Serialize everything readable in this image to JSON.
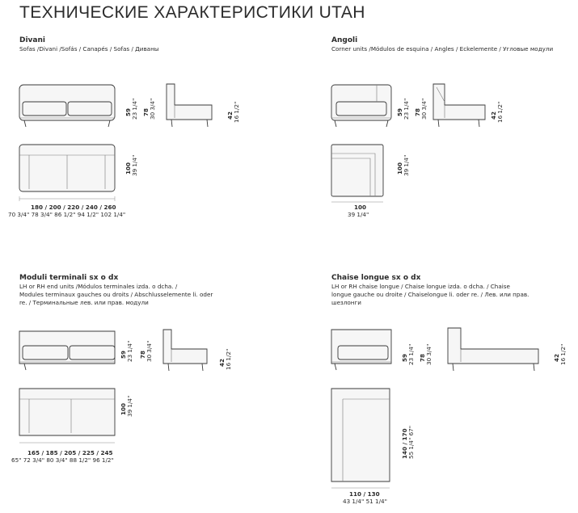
{
  "title": "ТЕХНИЧЕСКИЕ ХАРАКТЕРИСТИКИ UTAH",
  "sections": {
    "divani": {
      "heading": "Divani",
      "sub": "Sofas /Divani /Sofás / Canapés / Sofas / Диваны",
      "h1_cm": "59",
      "h1_in": "23 1/4\"",
      "h2_cm": "78",
      "h2_in": "30 3/4\"",
      "seat_cm": "42",
      "seat_in": "16 1/2\"",
      "depth_cm": "100",
      "depth_in": "39 1/4\"",
      "widths_cm": "180 / 200 / 220 / 240 / 260",
      "widths_in": "70 3/4\"  78 3/4\"  86 1/2\"  94 1/2\"  102 1/4\""
    },
    "angoli": {
      "heading": "Angoli",
      "sub": "Corner units /Módulos de esquina / Angles / Eckelemente / Угловые модули",
      "h1_cm": "59",
      "h1_in": "23 1/4\"",
      "h2_cm": "78",
      "h2_in": "30 3/4\"",
      "seat_cm": "42",
      "seat_in": "16 1/2\"",
      "depth_cm": "100",
      "depth_in": "39 1/4\"",
      "width_cm": "100",
      "width_in": "39 1/4\""
    },
    "moduli": {
      "heading": "Moduli terminali sx o dx",
      "sub1": "LH or RH end units /Módulos terminales izda. o dcha. /",
      "sub2": "Modules terminaux gauches ou droits / Abschlusselemente li. oder",
      "sub3": "re. / Терминальные лев. или прав. модули",
      "h1_cm": "59",
      "h1_in": "23 1/4\"",
      "h2_cm": "78",
      "h2_in": "30 3/4\"",
      "seat_cm": "42",
      "seat_in": "16 1/2\"",
      "depth_cm": "100",
      "depth_in": "39 1/4\"",
      "widths_cm": "165 / 185 / 205 / 225 / 245",
      "widths_in": "65\"  72 3/4\"  80 3/4\"  88 1/2\"  96 1/2\""
    },
    "chaise": {
      "heading": "Chaise longue sx o dx",
      "sub1": "LH or RH chaise longue / Chaise longue izda. o dcha. / Chaise",
      "sub2": "longue gauche ou droite / Chaiselongue li. oder re. / Лев. или прав.",
      "sub3": "шезлонги",
      "h1_cm": "59",
      "h1_in": "23 1/4\"",
      "h2_cm": "78",
      "h2_in": "30 3/4\"",
      "seat_cm": "42",
      "seat_in": "16 1/2\"",
      "depth_cm": "140 / 170",
      "depth_in": "55 1/4\"  67\"",
      "widths_cm": "110 / 130",
      "widths_in": "43 1/4\"  51 1/4\""
    }
  }
}
